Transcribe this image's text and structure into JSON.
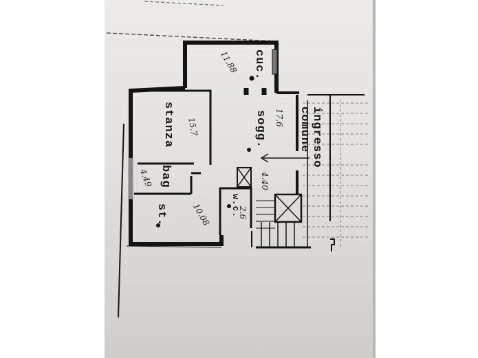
{
  "floor_plan": {
    "rooms": [
      {
        "id": "cucina",
        "label": "cuc.",
        "area_note": "11.88"
      },
      {
        "id": "soggiorno",
        "label": "sogg.",
        "area_note": "17.6"
      },
      {
        "id": "stanza",
        "label": "stanza",
        "area_note": "15.7"
      },
      {
        "id": "bagno",
        "label": "bag",
        "area_note": "4.49"
      },
      {
        "id": "studio",
        "label": "st.",
        "area_note": "10.08"
      },
      {
        "id": "wc",
        "label": "w.c.",
        "area_note": "2.6"
      }
    ],
    "entrance": {
      "label_line1": "ingresso",
      "label_line2": "comune"
    },
    "landing_note": "4.40",
    "colors": {
      "paper": "#e6e5e2",
      "ink": "#141414",
      "background": "#ffffff"
    }
  }
}
